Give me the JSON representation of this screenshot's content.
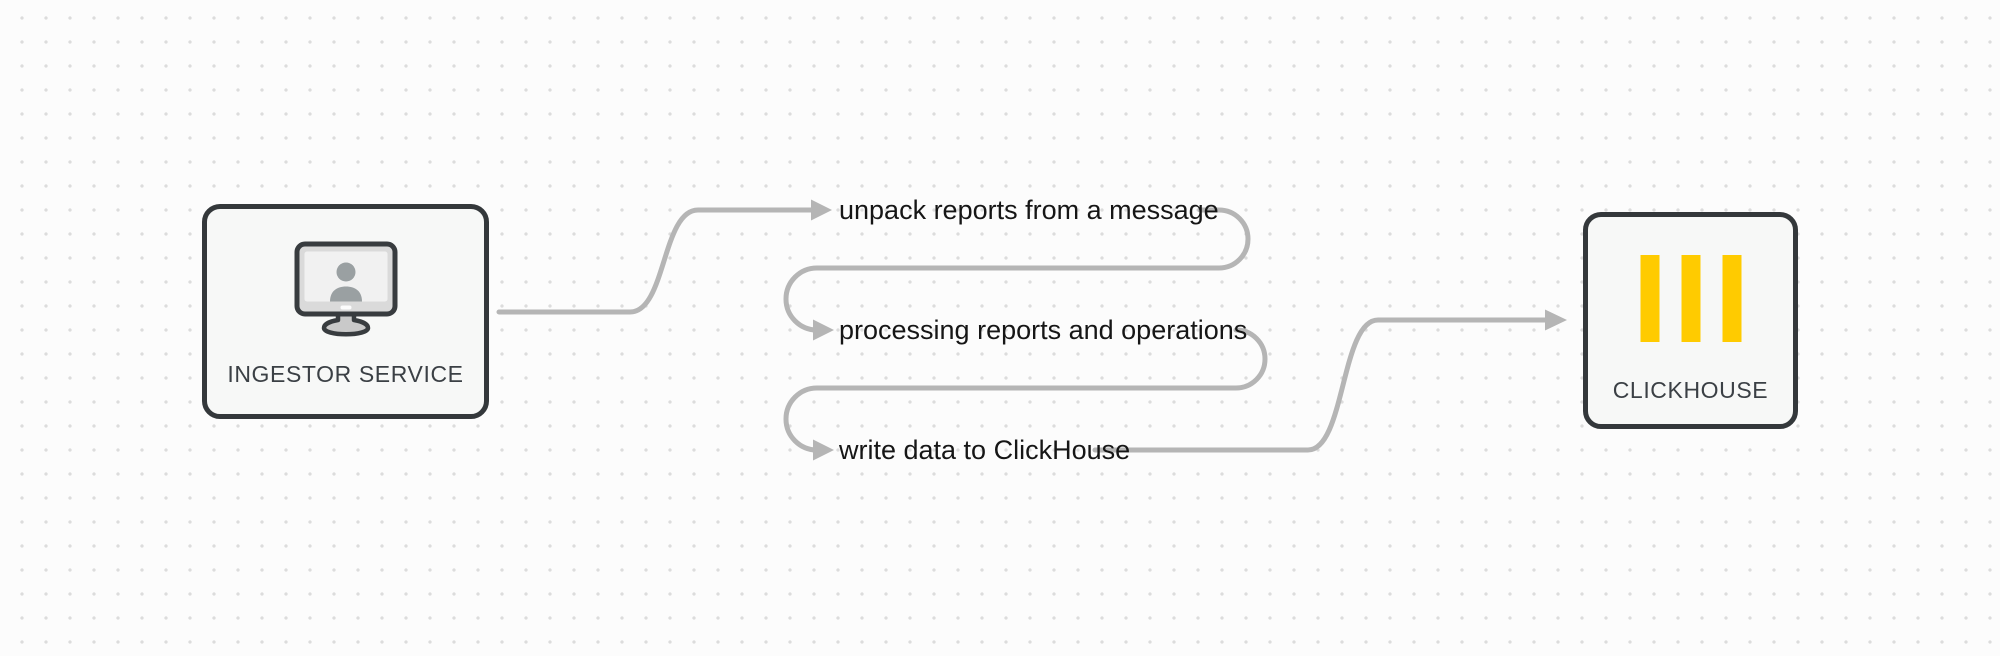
{
  "diagram": {
    "background": "#fcfcfc",
    "dot_color": "#dcdcdc",
    "connector_color": "#b5b5b5",
    "border_color": "#34383b",
    "node_fill": "#f7f8f7",
    "text_color": "#161616",
    "label_color": "#3b4045",
    "clickhouse_yellow": "#ffcb00",
    "nodes": [
      {
        "id": "ingestor-service",
        "label": "INGESTOR SERVICE",
        "icon": "monitor-user-icon"
      },
      {
        "id": "clickhouse",
        "label": "CLICKHOUSE",
        "icon": "clickhouse-bars-icon"
      }
    ],
    "steps": [
      {
        "label": "unpack reports from a message"
      },
      {
        "label": "processing reports and operations"
      },
      {
        "label": "write data to ClickHouse"
      }
    ]
  }
}
